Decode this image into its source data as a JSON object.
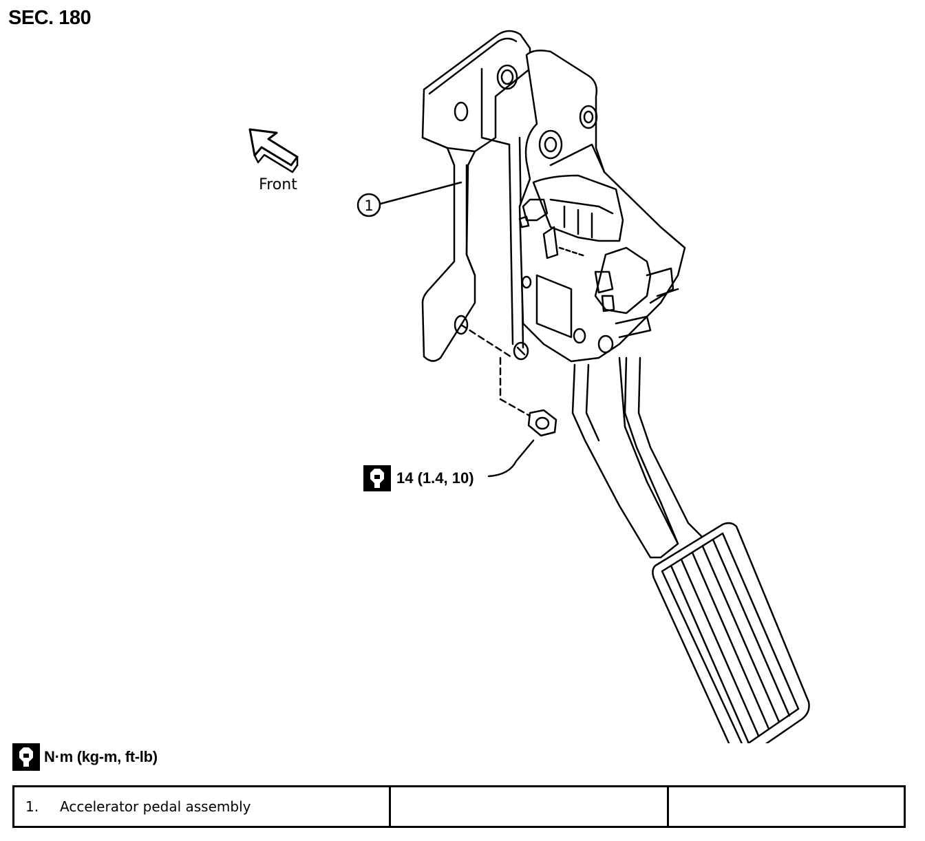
{
  "section": "SEC. 180",
  "front_label": "Front",
  "callout_number": "1",
  "torque": "14 (1.4, 10)",
  "legend": "N·m (kg-m, ft-lb)",
  "parts": [
    {
      "number": "1.",
      "name": "Accelerator pedal assembly"
    }
  ],
  "icons": [
    "front-arrow-icon",
    "torque-wrench-icon"
  ]
}
